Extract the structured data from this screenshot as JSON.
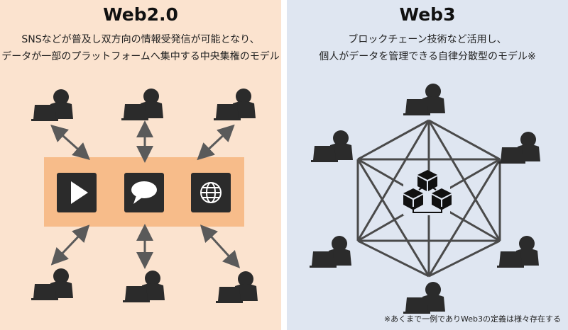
{
  "web2": {
    "title": "Web2.0",
    "desc_line1": "SNSなどが普及し双方向の情報受発信が可能となり、",
    "desc_line2": "データが一部のプラットフォームへ集中する中央集権のモデル",
    "platform_icons": [
      "play-icon",
      "chat-bubble-icon",
      "globe-icon"
    ],
    "user_count": 6
  },
  "web3": {
    "title": "Web3",
    "desc_line1": "ブロックチェーン技術など活用し、",
    "desc_line2": "個人がデータを管理できる自律分散型のモデル※",
    "note": "※あくまで一例でありWeb3の定義は様々存在する",
    "center_icon": "blockchain-cubes-icon",
    "user_count": 6
  },
  "colors": {
    "web2_bg": "#fbe3cf",
    "web2_platform": "#f7bc8a",
    "web3_bg": "#dfe6f1",
    "icon_dark": "#2b2b2b",
    "arrow": "#5a5a5a",
    "line": "#4a4a4a"
  }
}
